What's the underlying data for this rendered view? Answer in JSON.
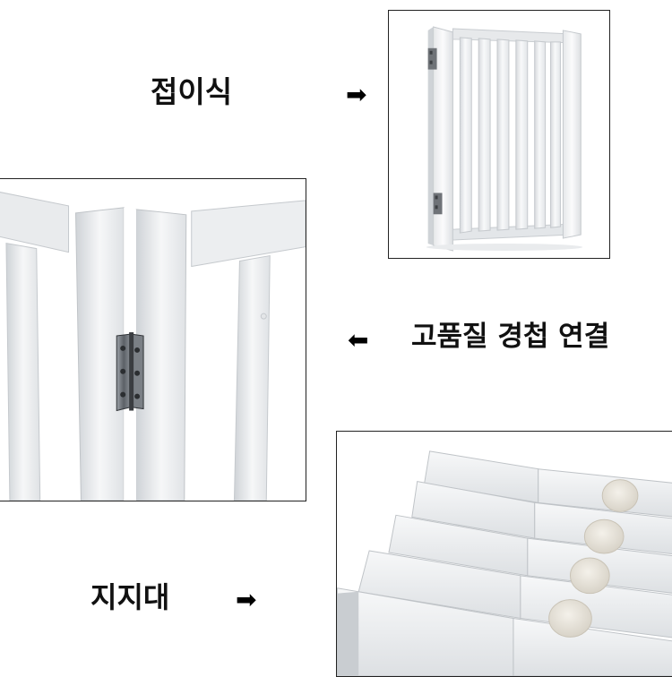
{
  "captions": {
    "folding": "접이식",
    "hinge": "고품질 경첩 연결",
    "support": "지지대"
  },
  "arrows": {
    "right": "➡",
    "left": "⬅"
  },
  "colors": {
    "panel_border": "#222222",
    "wood_white": "#f4f5f6",
    "wood_shade": "#d9dcdf",
    "hinge_metal": "#6f7378",
    "caption_text": "#111111"
  }
}
